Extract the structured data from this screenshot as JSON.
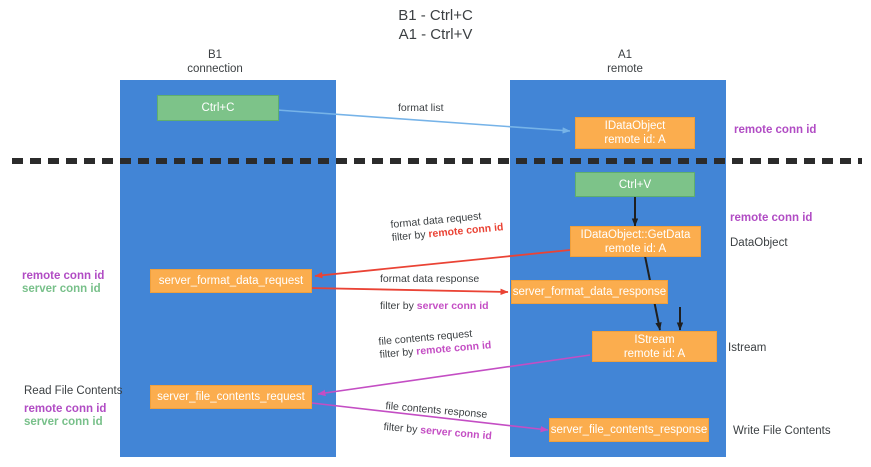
{
  "title": {
    "line1": "B1 - Ctrl+C",
    "line2": "A1 - Ctrl+V"
  },
  "columns": [
    {
      "name": "B1",
      "sub": "connection"
    },
    {
      "name": "A1",
      "sub": "remote"
    }
  ],
  "boxes": {
    "ctrl_c": {
      "line1": "Ctrl+C",
      "line2": ""
    },
    "idataobject": {
      "line1": "IDataObject",
      "line2": "remote id: A"
    },
    "ctrl_v": {
      "line1": "Ctrl+V",
      "line2": ""
    },
    "getdata": {
      "line1": "IDataObject::GetData",
      "line2": "remote id: A"
    },
    "fmt_req": {
      "line1": "server_format_data_request",
      "line2": ""
    },
    "fmt_res": {
      "line1": "server_format_data_response",
      "line2": ""
    },
    "istream": {
      "line1": "IStream",
      "line2": "remote id: A"
    },
    "file_req": {
      "line1": "server_file_contents_request",
      "line2": ""
    },
    "file_res": {
      "line1": "server_file_contents_response",
      "line2": ""
    }
  },
  "edge_labels": {
    "format_list": "format list",
    "fmt_req_l1": "format data request",
    "fmt_req_l2_prefix": "filter by ",
    "fmt_req_l2_key": "remote conn id",
    "fmt_res_l1": "format data response",
    "fmt_res_l2_prefix": "filter by ",
    "fmt_res_l2_key": "server conn id",
    "file_req_l1": "file contents request",
    "file_req_l2_prefix": "filter by ",
    "file_req_l2_key": "remote conn id",
    "file_res_l1": "file contents response",
    "file_res_l2_prefix": "filter by ",
    "file_res_l2_key": "server conn id"
  },
  "annotations": {
    "right_remote_conn_top": "remote conn id",
    "right_remote_conn_mid": "remote conn id",
    "right_dataobject": "DataObject",
    "right_istream": "Istream",
    "right_write_file": "Write File Contents",
    "left_remote_conn": "remote conn id",
    "left_server_conn": "server conn id",
    "left_read_file": "Read File Contents",
    "left_remote_conn_2": "remote conn id",
    "left_server_conn_2": "server conn id"
  },
  "colors": {
    "lane": "#4285d6",
    "green_box": "#7dc389",
    "orange_box": "#fbad4e",
    "purple": "#b14cc4",
    "green_text": "#78c08a",
    "red_arrow": "#ea4335",
    "magenta_arrow": "#c44ec4",
    "blue_arrow": "#76b3e8",
    "divider": "#2b2b2b"
  }
}
